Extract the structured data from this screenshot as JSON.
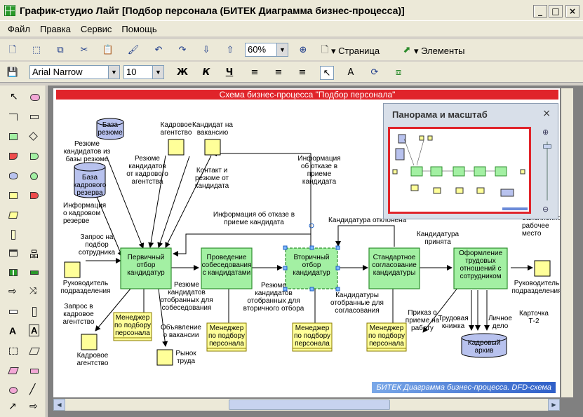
{
  "window": {
    "title": "График-студио Лайт [Подбор персонала (БИТЕК Диаграмма бизнес-процесса)]",
    "controls": [
      "_",
      "□",
      "×"
    ]
  },
  "menu": [
    "Файл",
    "Правка",
    "Сервис",
    "Помощь"
  ],
  "toolbar": {
    "zoom_value": "60%",
    "page_label": "Страница",
    "elements_label": "Элементы",
    "font_name": "Arial Narrow",
    "font_size": "10",
    "bold_label": "Ж",
    "italic_label": "К",
    "underline_label": "Ч",
    "text_tool_label": "A"
  },
  "diagram": {
    "header": "Схема бизнес-процесса \"Подбор персонала\"",
    "footer": "БИТЕК Диаграмма бизнес-процесса. DFD-схема",
    "processes": [
      {
        "lines": [
          "Первичный",
          "отбор",
          "кандидатур"
        ]
      },
      {
        "lines": [
          "Проведение",
          "собеседования",
          "с кандидатами"
        ]
      },
      {
        "lines": [
          "Вторичный",
          "отбор",
          "кандидатур"
        ]
      },
      {
        "lines": [
          "Стандартное",
          "согласование",
          "кандидатуры"
        ]
      },
      {
        "lines": [
          "Оформление",
          "трудовых",
          "отношений с",
          "сотрудником"
        ]
      }
    ],
    "stores": [
      {
        "lines": [
          "База",
          "резюме"
        ]
      },
      {
        "lines": [
          "База",
          "кадрового",
          "резерва"
        ]
      },
      {
        "lines": [
          "Кадровый",
          "архив"
        ]
      }
    ],
    "managers": [
      "Менеджер",
      "по подбору",
      "персонала"
    ],
    "labels": {
      "resume_from_base": [
        "Резюме",
        "кандидатов из",
        "базы резюме"
      ],
      "hr_agency": [
        "Кадровое",
        "агентство"
      ],
      "candidate": [
        "Кандидат на",
        "вакансию"
      ],
      "resume_from_agency": [
        "Резюме",
        "кандидатов",
        "от кадрового",
        "агентства"
      ],
      "contact": [
        "Контакт и",
        "резюме от",
        "кандидата"
      ],
      "rejection_info_1": [
        "Информация",
        "об отказе в",
        "приеме",
        "кандидата"
      ],
      "reserve_info": [
        "Информация",
        "о кадровом",
        "резерве"
      ],
      "rejection_info_2": [
        "Информация об отказе в",
        "приеме кандидата"
      ],
      "candidate_rejected": "Кандидатура отклонена",
      "candidate_accepted": [
        "Кандидатура",
        "принята"
      ],
      "completed_place": [
        "Заполненное",
        "рабочее",
        "место"
      ],
      "request": [
        "Запрос на",
        "подбор",
        "сотрудника"
      ],
      "dept_head_1": [
        "Руководитель",
        "подразделения"
      ],
      "dept_head_2": [
        "Руководитель",
        "подразделения"
      ],
      "selected_for_interview": [
        "Резюме",
        "кандидатов",
        "отобранных для",
        "собеседования"
      ],
      "selected_for_secondary": [
        "Резюме",
        "кандидатов",
        "отобранных для",
        "вторичного отбора"
      ],
      "selected_for_agreement": [
        "Кандидатуры",
        "отобранные для",
        "согласования"
      ],
      "agency_request": [
        "Запрос в",
        "кадровое",
        "агентство"
      ],
      "hr_agency_2": [
        "Кадровое",
        "агентство"
      ],
      "vacancy_ad": [
        "Объявление",
        "о вакансии"
      ],
      "labor_market": [
        "Рынок",
        "труда"
      ],
      "hire_order": [
        "Приказ о",
        "приеме на",
        "работу"
      ],
      "work_book": [
        "Трудовая",
        "книжка"
      ],
      "personal_file": [
        "Личное",
        "дело"
      ],
      "card_t2": [
        "Карточка",
        "Т-2"
      ]
    }
  },
  "panorama": {
    "title": "Панорама и масштаб",
    "close": "×"
  },
  "colors": {
    "process_fill": "#a3f0a3",
    "process_border": "#2f8f2f",
    "external_fill": "#ffff99",
    "store_fill": "#b8c2ee",
    "header_red": "#e0242a"
  }
}
